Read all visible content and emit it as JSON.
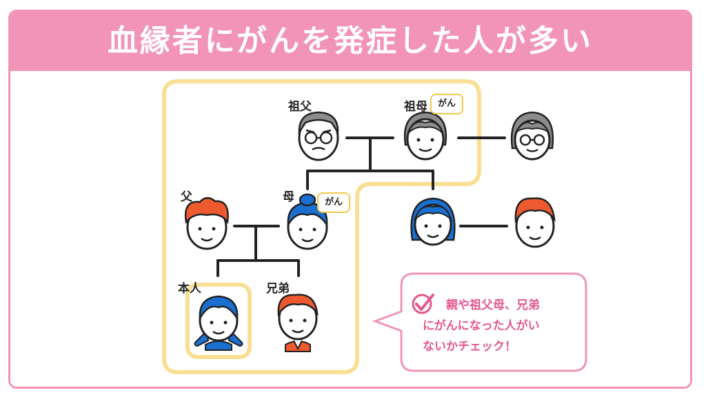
{
  "title": "血縁者にがんを発症した人が多い",
  "labels": {
    "grandfather": "祖父",
    "grandmother": "祖母",
    "father": "父",
    "mother": "母",
    "self": "本人",
    "siblings": "兄弟"
  },
  "badges": {
    "grandmother": "がん",
    "mother": "がん"
  },
  "callout": {
    "line1": "親や祖父母、兄弟",
    "line2": "にがんになった人がい",
    "line3": "ないかチェック！"
  },
  "colors": {
    "pink": "#f294b8",
    "callout_text": "#e4578f",
    "highlight": "#f8df94",
    "badge_border": "#f2c84b",
    "orange_hair": "#ee5a2f",
    "blue_hair": "#1b6fd1",
    "gray_hair": "#8c8c8c"
  }
}
